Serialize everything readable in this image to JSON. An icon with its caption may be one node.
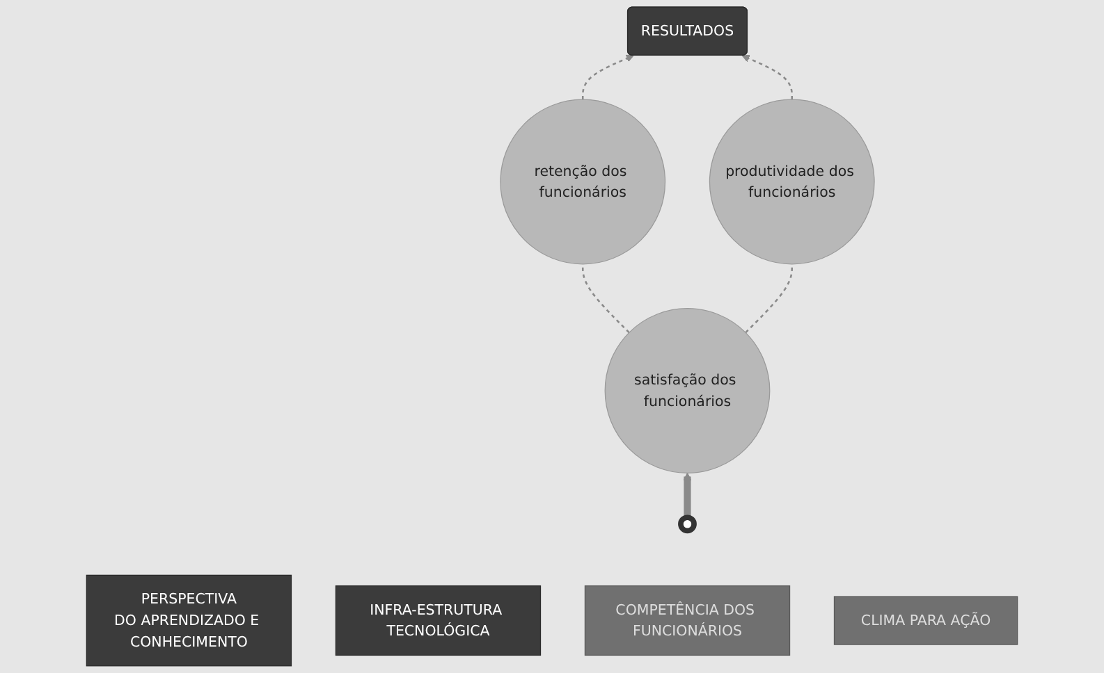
{
  "diagram": {
    "nodes": [
      {
        "text": [
          "PERSPECTIVA",
          "DO APRENDIZADO E CONHECIMENTO"
        ]
      },
      {
        "text": [
          "RESULTADOS"
        ]
      },
      {
        "text": [
          "retenção dos funcionários"
        ]
      },
      {
        "text": [
          "produtividade dos funcionários"
        ]
      },
      {
        "text": [
          "satisfação dos funcionários"
        ]
      },
      {
        "text": [
          "COMPETÊNCIA DOS FUNCIONÁRIOS"
        ]
      },
      {
        "text": [
          "INFRA-ESTRUTURA TECNOLÓGICA"
        ]
      },
      {
        "text": [
          "CLIMA PARA AÇÃO"
        ]
      },
      {
        "text": [],
        "shape": "circle"
      }
    ],
    "edges": [
      {
        "from": 4,
        "to": 2,
        "arrow": "none",
        "style": "dashed"
      },
      {
        "from": 4,
        "to": 3,
        "arrow": "none",
        "style": "dashed"
      },
      {
        "from": 2,
        "to": 1,
        "arrow": "to",
        "style": "dashed"
      },
      {
        "from": 3,
        "to": 1,
        "arrow": "to",
        "style": "dashed"
      },
      {
        "from": 8,
        "to": 4,
        "arrow": "to",
        "style": "thick"
      }
    ]
  }
}
